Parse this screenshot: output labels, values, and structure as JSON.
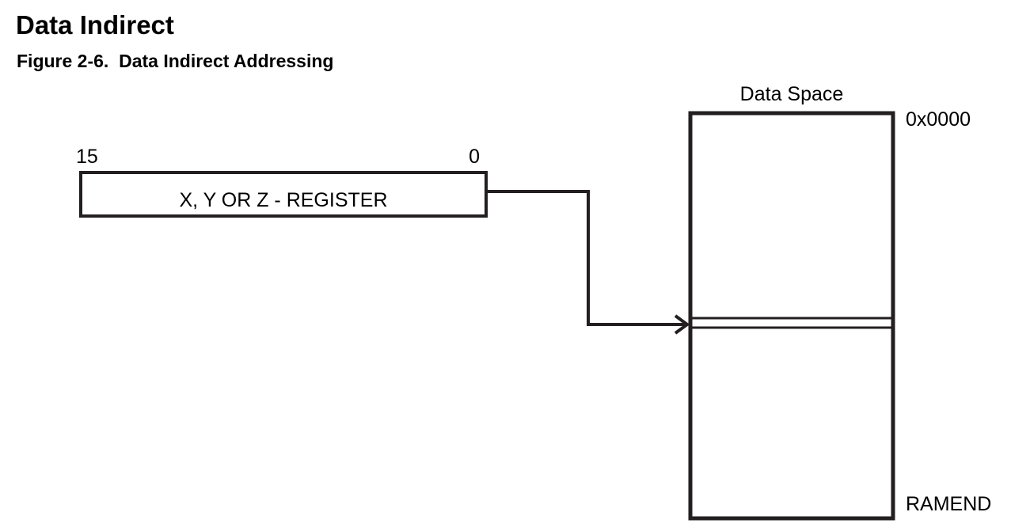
{
  "heading": "Data Indirect",
  "figure_caption": "Figure 2-6.  Data Indirect Addressing",
  "register": {
    "label": "X, Y OR Z - REGISTER",
    "msb_bit": "15",
    "lsb_bit": "0"
  },
  "data_space": {
    "title": "Data Space",
    "start_address": "0x0000",
    "end_address": "RAMEND"
  }
}
